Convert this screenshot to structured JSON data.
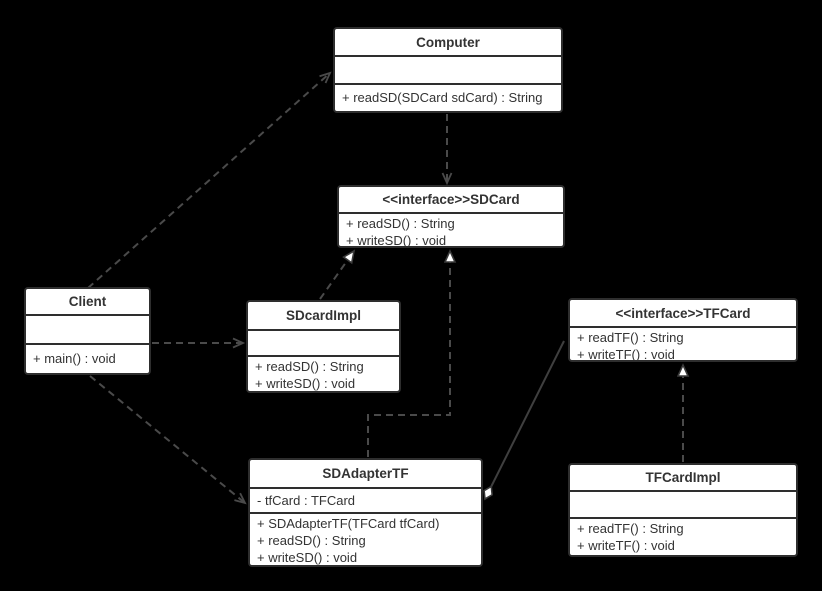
{
  "diagram": {
    "type": "uml-class-diagram",
    "pattern": "Adapter (SDCard / TFCard)",
    "colors": {
      "background": "#000000",
      "node_fill": "#ffffff",
      "node_border": "#2e2e2e",
      "text": "#333333",
      "connector": "#4a4a4a",
      "arrowhead_fill": "#ffffff"
    }
  },
  "classes": [
    {
      "id": "computer",
      "name": "Computer",
      "attributes": [],
      "methods": [
        "+ readSD(SDCard sdCard) : String"
      ]
    },
    {
      "id": "sdcard",
      "name": "<<interface>>SDCard",
      "attributes": [],
      "methods": [
        "+ readSD() : String",
        "+ writeSD() : void"
      ]
    },
    {
      "id": "client",
      "name": "Client",
      "attributes": [],
      "methods": [
        "+ main() : void"
      ]
    },
    {
      "id": "sdcardimpl",
      "name": "SDcardImpl",
      "attributes": [],
      "methods": [
        "+ readSD() : String",
        "+ writeSD() : void"
      ]
    },
    {
      "id": "tfcard",
      "name": "<<interface>>TFCard",
      "attributes": [],
      "methods": [
        "+ readTF() : String",
        "+ writeTF() : void"
      ]
    },
    {
      "id": "sdadaptertf",
      "name": "SDAdapterTF",
      "attributes": [
        "- tfCard : TFCard"
      ],
      "methods": [
        "+ SDAdapterTF(TFCard tfCard)",
        "+ readSD() : String",
        "+ writeSD() : void"
      ]
    },
    {
      "id": "tfcardimpl",
      "name": "TFCardImpl",
      "attributes": [],
      "methods": [
        "+ readTF() : String",
        "+ writeTF() : void"
      ]
    }
  ],
  "relationships": [
    {
      "from": "Client",
      "to": "Computer",
      "type": "dependency",
      "line": "dashed",
      "head": "open-arrow"
    },
    {
      "from": "Computer",
      "to": "SDCard",
      "type": "dependency",
      "line": "dashed",
      "head": "open-arrow"
    },
    {
      "from": "Client",
      "to": "SDcardImpl",
      "type": "dependency",
      "line": "dashed",
      "head": "open-arrow"
    },
    {
      "from": "Client",
      "to": "SDAdapterTF",
      "type": "dependency",
      "line": "dashed",
      "head": "open-arrow"
    },
    {
      "from": "SDcardImpl",
      "to": "SDCard",
      "type": "realization",
      "line": "dashed",
      "head": "hollow-triangle"
    },
    {
      "from": "SDAdapterTF",
      "to": "SDCard",
      "type": "realization",
      "line": "dashed",
      "head": "hollow-triangle"
    },
    {
      "from": "TFCardImpl",
      "to": "TFCard",
      "type": "realization",
      "line": "dashed",
      "head": "hollow-triangle"
    },
    {
      "from": "SDAdapterTF",
      "to": "TFCard",
      "type": "aggregation",
      "line": "solid",
      "head": "hollow-diamond-at-adapter"
    }
  ]
}
